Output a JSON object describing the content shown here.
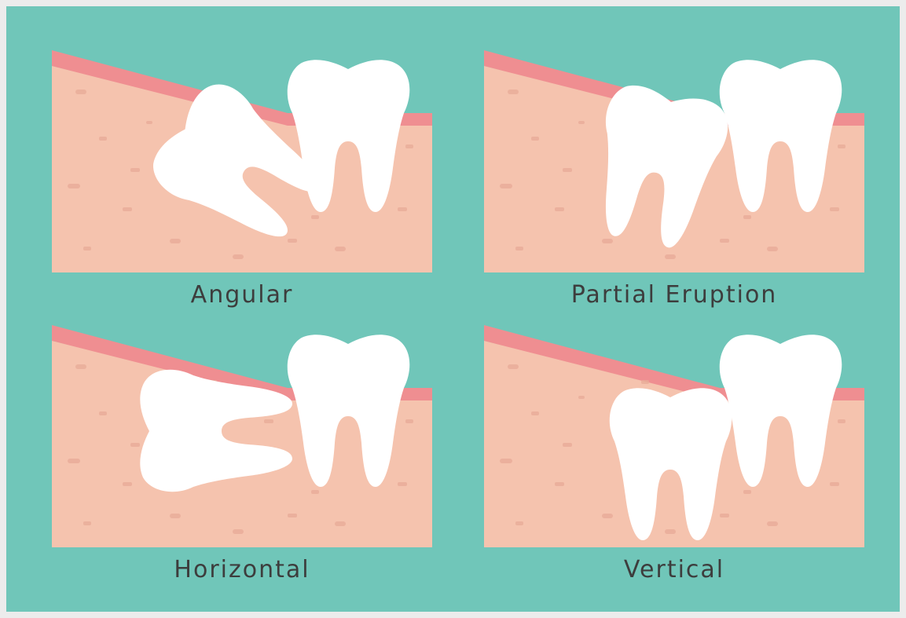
{
  "panels": [
    {
      "id": "angular",
      "label": "Angular"
    },
    {
      "id": "partial-eruption",
      "label": "Partial Eruption"
    },
    {
      "id": "horizontal",
      "label": "Horizontal"
    },
    {
      "id": "vertical",
      "label": "Vertical"
    }
  ],
  "colors": {
    "background": "#70c6b9",
    "bone": "#f5c3ae",
    "gum": "#ef8e91",
    "tooth": "#ffffff",
    "text": "#3d3d3d"
  }
}
